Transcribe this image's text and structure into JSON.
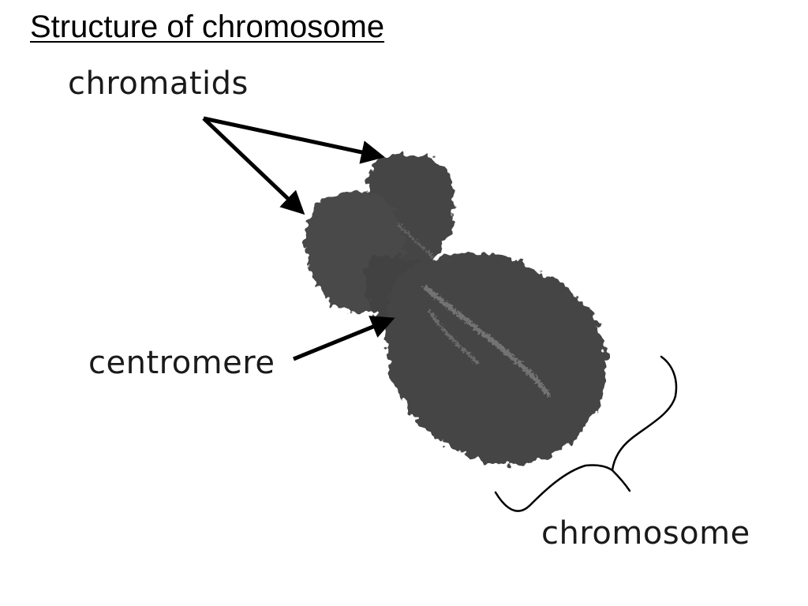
{
  "slide": {
    "title": "Structure of chromosome"
  },
  "labels": {
    "chromatids": "chromatids",
    "centromere": "centromere",
    "chromosome": "chromosome"
  },
  "colors": {
    "chromosome_fill": "#4a4a4a",
    "chromosome_dark": "#3a3a3a",
    "chromosome_highlight": "#8c8c8c",
    "ink": "#000000"
  }
}
